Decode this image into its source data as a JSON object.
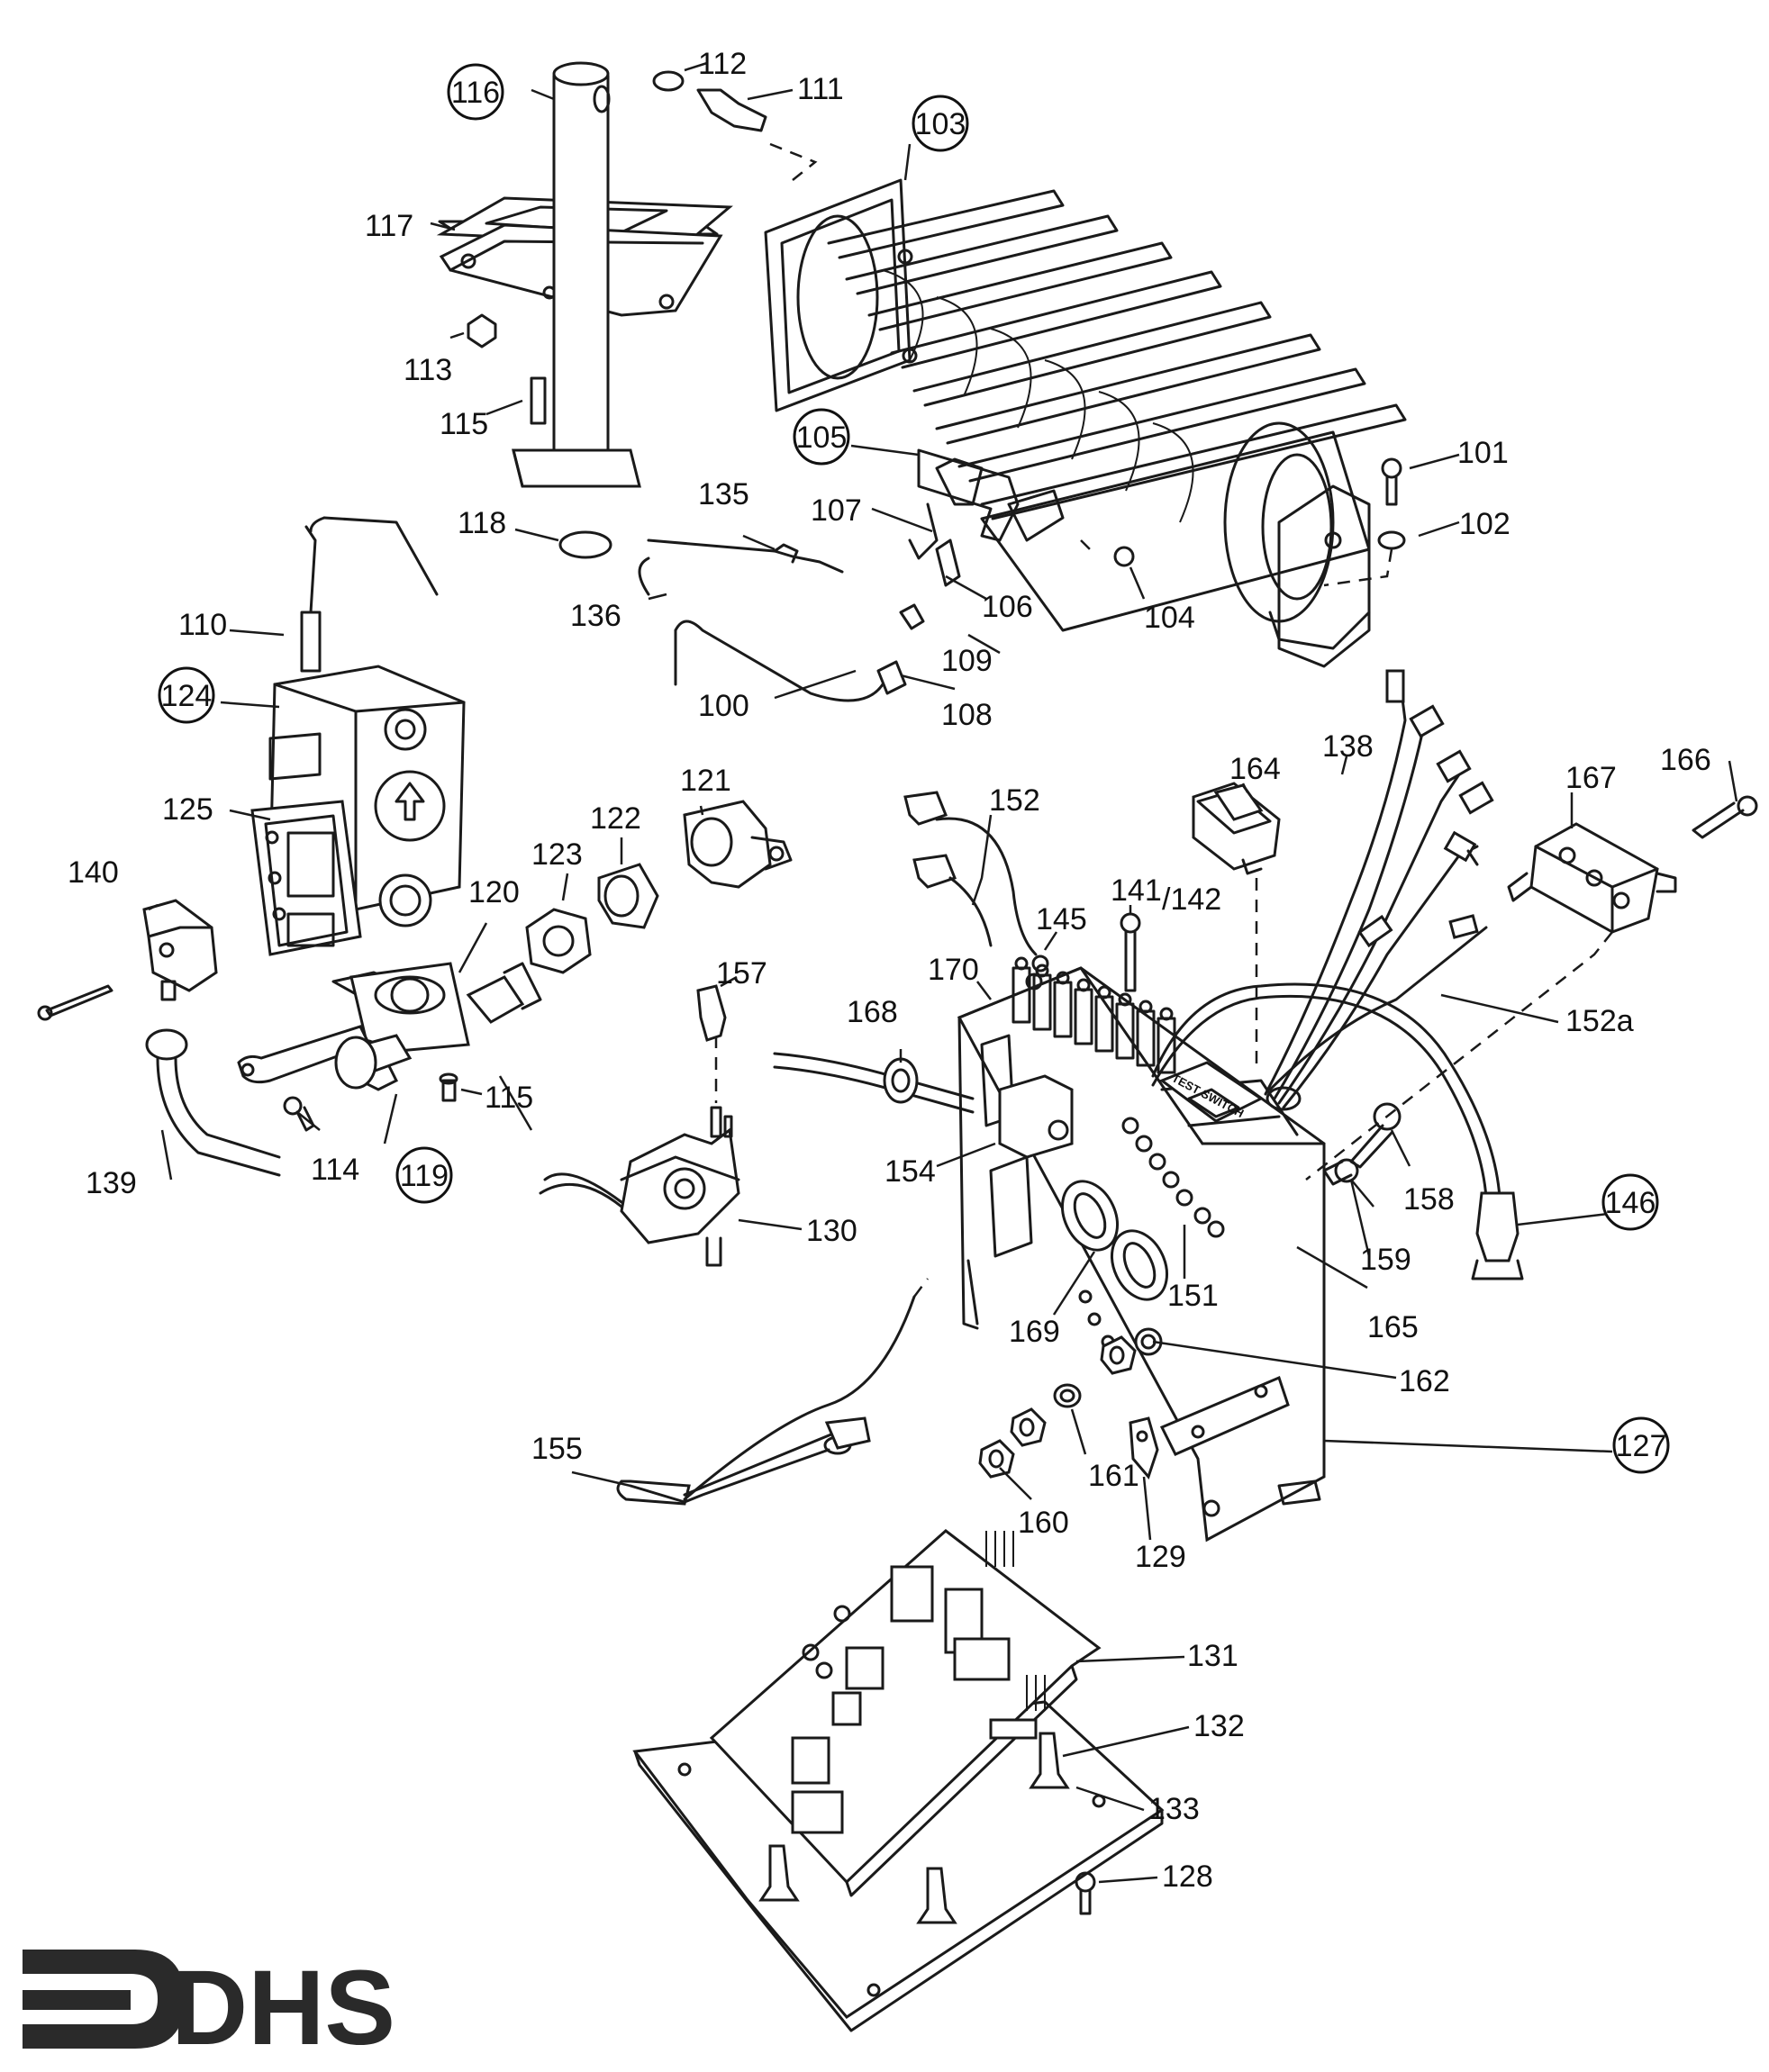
{
  "labels": [
    {
      "id": "l100",
      "text": "100"
    },
    {
      "id": "l101",
      "text": "101"
    },
    {
      "id": "l102",
      "text": "102"
    },
    {
      "id": "l103",
      "text": "103"
    },
    {
      "id": "l104",
      "text": "104"
    },
    {
      "id": "l105",
      "text": "105"
    },
    {
      "id": "l106",
      "text": "106"
    },
    {
      "id": "l107",
      "text": "107"
    },
    {
      "id": "l108",
      "text": "108"
    },
    {
      "id": "l109",
      "text": "109"
    },
    {
      "id": "l110",
      "text": "110"
    },
    {
      "id": "l111",
      "text": "111"
    },
    {
      "id": "l112",
      "text": "112"
    },
    {
      "id": "l113",
      "text": "113"
    },
    {
      "id": "l114",
      "text": "114"
    },
    {
      "id": "l115a",
      "text": "115"
    },
    {
      "id": "l115b",
      "text": "115"
    },
    {
      "id": "l116",
      "text": "116"
    },
    {
      "id": "l117",
      "text": "117"
    },
    {
      "id": "l118",
      "text": "118"
    },
    {
      "id": "l119",
      "text": "119"
    },
    {
      "id": "l120",
      "text": "120"
    },
    {
      "id": "l121",
      "text": "121"
    },
    {
      "id": "l122",
      "text": "122"
    },
    {
      "id": "l123",
      "text": "123"
    },
    {
      "id": "l124",
      "text": "124"
    },
    {
      "id": "l125",
      "text": "125"
    },
    {
      "id": "l127",
      "text": "127"
    },
    {
      "id": "l128",
      "text": "128"
    },
    {
      "id": "l129",
      "text": "129"
    },
    {
      "id": "l130",
      "text": "130"
    },
    {
      "id": "l131",
      "text": "131"
    },
    {
      "id": "l132",
      "text": "132"
    },
    {
      "id": "l133",
      "text": "133"
    },
    {
      "id": "l135",
      "text": "135"
    },
    {
      "id": "l136",
      "text": "136"
    },
    {
      "id": "l138",
      "text": "138"
    },
    {
      "id": "l139",
      "text": "139"
    },
    {
      "id": "l140",
      "text": "140"
    },
    {
      "id": "l141",
      "text": "141"
    },
    {
      "id": "l142",
      "text": "/142"
    },
    {
      "id": "l145",
      "text": "145"
    },
    {
      "id": "l146",
      "text": "146"
    },
    {
      "id": "l151",
      "text": "151"
    },
    {
      "id": "l152",
      "text": "152"
    },
    {
      "id": "l152a",
      "text": "152a"
    },
    {
      "id": "l154",
      "text": "154"
    },
    {
      "id": "l155",
      "text": "155"
    },
    {
      "id": "l157",
      "text": "157"
    },
    {
      "id": "l158",
      "text": "158"
    },
    {
      "id": "l159",
      "text": "159"
    },
    {
      "id": "l160",
      "text": "160"
    },
    {
      "id": "l161",
      "text": "161"
    },
    {
      "id": "l162",
      "text": "162"
    },
    {
      "id": "l164",
      "text": "164"
    },
    {
      "id": "l165",
      "text": "165"
    },
    {
      "id": "l166",
      "text": "166"
    },
    {
      "id": "l167",
      "text": "167"
    },
    {
      "id": "l168",
      "text": "168"
    },
    {
      "id": "l169",
      "text": "169"
    },
    {
      "id": "l170",
      "text": "170"
    }
  ],
  "control_box": {
    "test_switch_text": "TEST SWITCH"
  },
  "logo": {
    "text": "DHS"
  }
}
